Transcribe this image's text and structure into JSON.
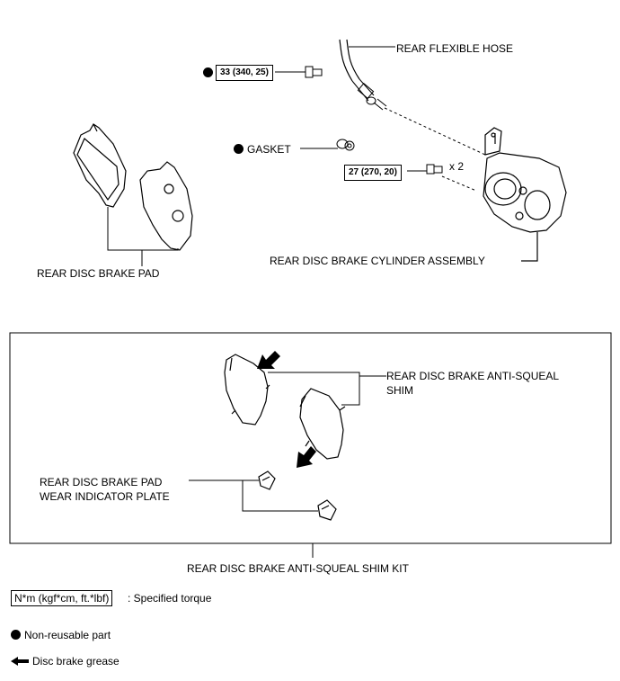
{
  "labels": {
    "rear_flexible_hose": "REAR FLEXIBLE HOSE",
    "gasket": "GASKET",
    "multiplier": "x 2",
    "rear_disc_brake_pad": "REAR DISC BRAKE PAD",
    "cylinder_assembly": "REAR DISC BRAKE CYLINDER ASSEMBLY",
    "anti_squeal_shim_line1": "REAR DISC BRAKE ANTI-SQUEAL",
    "anti_squeal_shim_line2": "SHIM",
    "wear_indicator_line1": "REAR DISC BRAKE PAD",
    "wear_indicator_line2": "WEAR INDICATOR PLATE",
    "shim_kit": "REAR DISC BRAKE ANTI-SQUEAL SHIM KIT"
  },
  "torques": {
    "union_bolt": "33 (340, 25)",
    "mounting_bolt": "27 (270, 20)"
  },
  "legend": {
    "torque_box": "N*m (kgf*cm, ft.*lbf)",
    "torque_text": ": Specified torque",
    "non_reusable": "Non-reusable part",
    "grease": "Disc brake grease"
  },
  "icons": {
    "non_reusable": "filled-circle-icon",
    "grease": "arrow-left-icon"
  }
}
